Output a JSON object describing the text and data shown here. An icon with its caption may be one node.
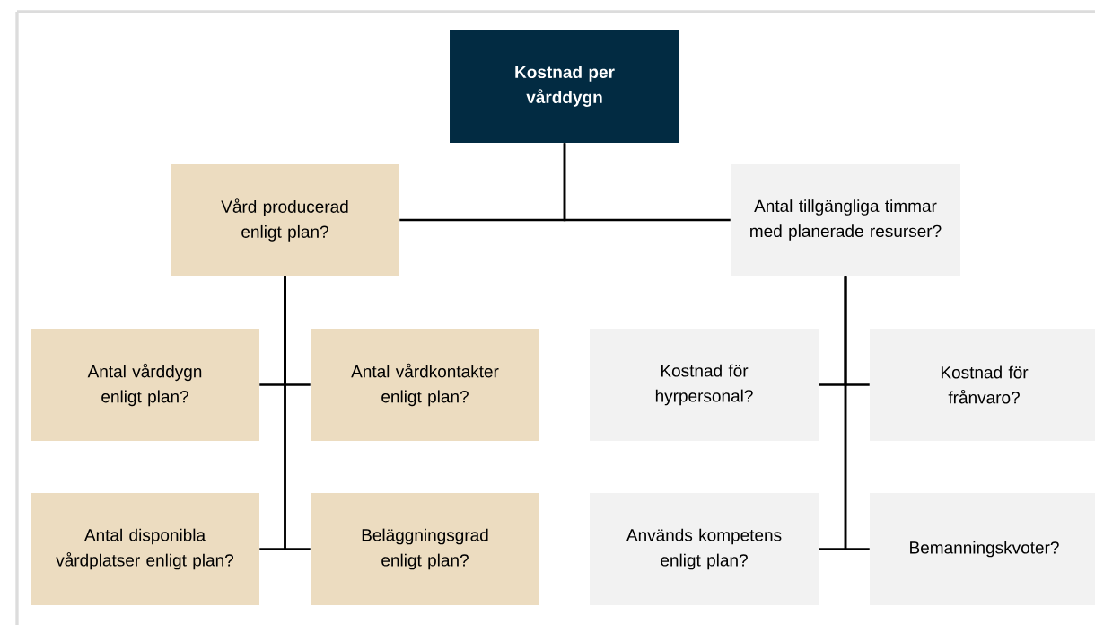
{
  "diagram": {
    "nodes": [
      {
        "text": [
          "Kostnad per vårddygn"
        ]
      },
      {
        "text": [
          "Vård producerad enligt plan?"
        ]
      },
      {
        "text": [
          "Antal tillgängliga timmar med planerade resurser?"
        ]
      },
      {
        "text": [
          "Antal vårddygn enligt plan?"
        ]
      },
      {
        "text": [
          "Antal vårdkontakter enligt plan?"
        ]
      },
      {
        "text": [
          "Antal disponibla vårdplatser enligt plan?"
        ]
      },
      {
        "text": [
          "Beläggningsgrad enligt plan?"
        ]
      },
      {
        "text": [
          "Kostnad för hyrpersonal?"
        ]
      },
      {
        "text": [
          "Kostnad för frånvaro?"
        ]
      },
      {
        "text": [
          "Används kompetens enligt plan?"
        ]
      },
      {
        "text": [
          "Bemanningskvoter?"
        ]
      }
    ],
    "edges": [
      {
        "from": 0,
        "to": 1,
        "arrow": "none"
      },
      {
        "from": 0,
        "to": 2,
        "arrow": "none"
      },
      {
        "from": 1,
        "to": 3,
        "arrow": "none"
      },
      {
        "from": 1,
        "to": 4,
        "arrow": "none"
      },
      {
        "from": 1,
        "to": 5,
        "arrow": "none"
      },
      {
        "from": 1,
        "to": 6,
        "arrow": "none"
      },
      {
        "from": 2,
        "to": 7,
        "arrow": "none"
      },
      {
        "from": 2,
        "to": 8,
        "arrow": "none"
      },
      {
        "from": 2,
        "to": 9,
        "arrow": "none"
      },
      {
        "from": 2,
        "to": 10,
        "arrow": "none"
      }
    ]
  }
}
